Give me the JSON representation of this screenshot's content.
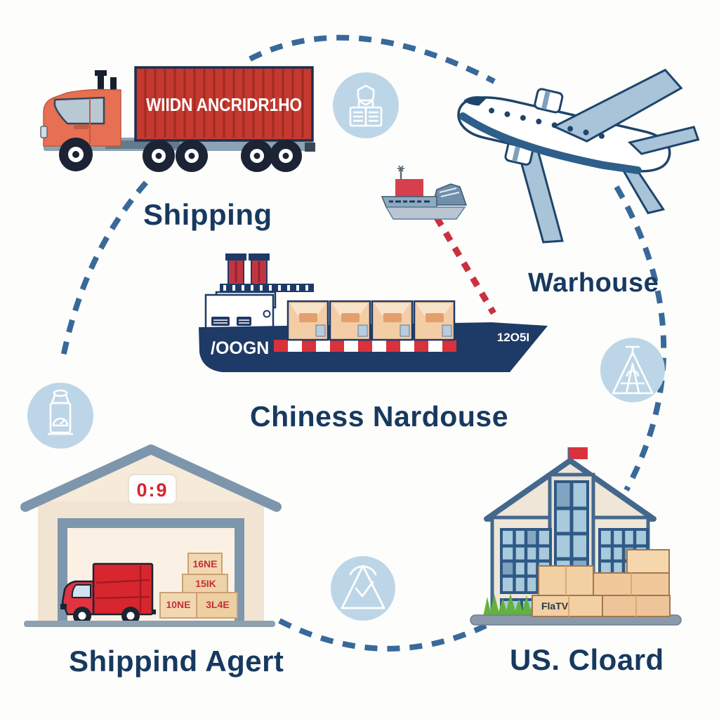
{
  "palette": {
    "navy_text": "#17395f",
    "dash_blue": "#38699a",
    "dash_red": "#c9313d",
    "badge_blue": "#bdd6e7",
    "container_red": "#c5392f",
    "cab_orange": "#e76f52",
    "hull_navy": "#1e3a66",
    "box_tan": "#f3cfa4",
    "wall_cream": "#f2e4d2",
    "trim_blue": "#7e96ac",
    "truck_red": "#d8262e"
  },
  "labels": {
    "shipping": "Shipping",
    "warehouse_label": "Warhouse",
    "chinese_warehouse": "Chiness Nardouse",
    "shipping_agent": "Shippind Agert",
    "us_customs": "US. Cloard"
  },
  "truck": {
    "container_text": "WIIDN ANCRIDR1HO"
  },
  "ship": {
    "hull_text": "/OOGN",
    "bow_text": "12O5I"
  },
  "warehouse": {
    "sign_text": "0:9",
    "box_labels": [
      "16NE",
      "15IK",
      "10NE",
      "3L4E"
    ]
  },
  "customs_building": {
    "box_label": "FlaTV"
  },
  "icons": {
    "top": "package-crate-icon",
    "left": "bottle-gauge-icon",
    "right": "signal-tower-icon",
    "bottom": "quality-check-icon"
  }
}
